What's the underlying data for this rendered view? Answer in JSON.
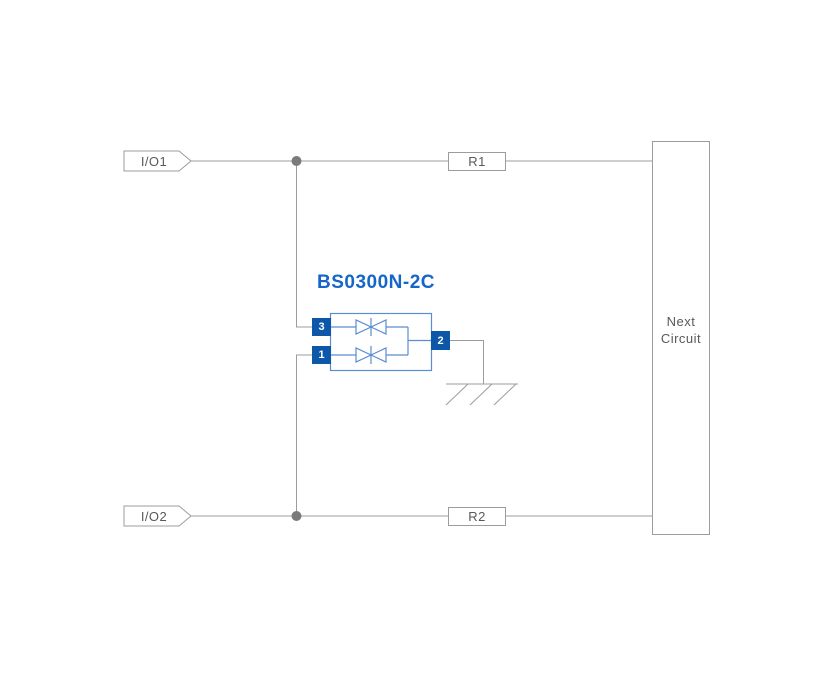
{
  "diagram": {
    "title": "BS0300N-2C",
    "labels": {
      "io1": "I/O1",
      "io2": "I/O2",
      "r1": "R1",
      "r2": "R2",
      "next_circuit": "Next Circuit",
      "pin1": "1",
      "pin2": "2",
      "pin3": "3"
    }
  },
  "colors": {
    "background": "#ffffff",
    "line_gray": "#9c9c9c",
    "box_border": "#9c9c9c",
    "label_gray": "#595959",
    "junction_gray": "#7b7b7b",
    "accent_blue": "#1467c8",
    "component_blue": "#5a8ed0",
    "pin_blue": "#0c57a8"
  }
}
